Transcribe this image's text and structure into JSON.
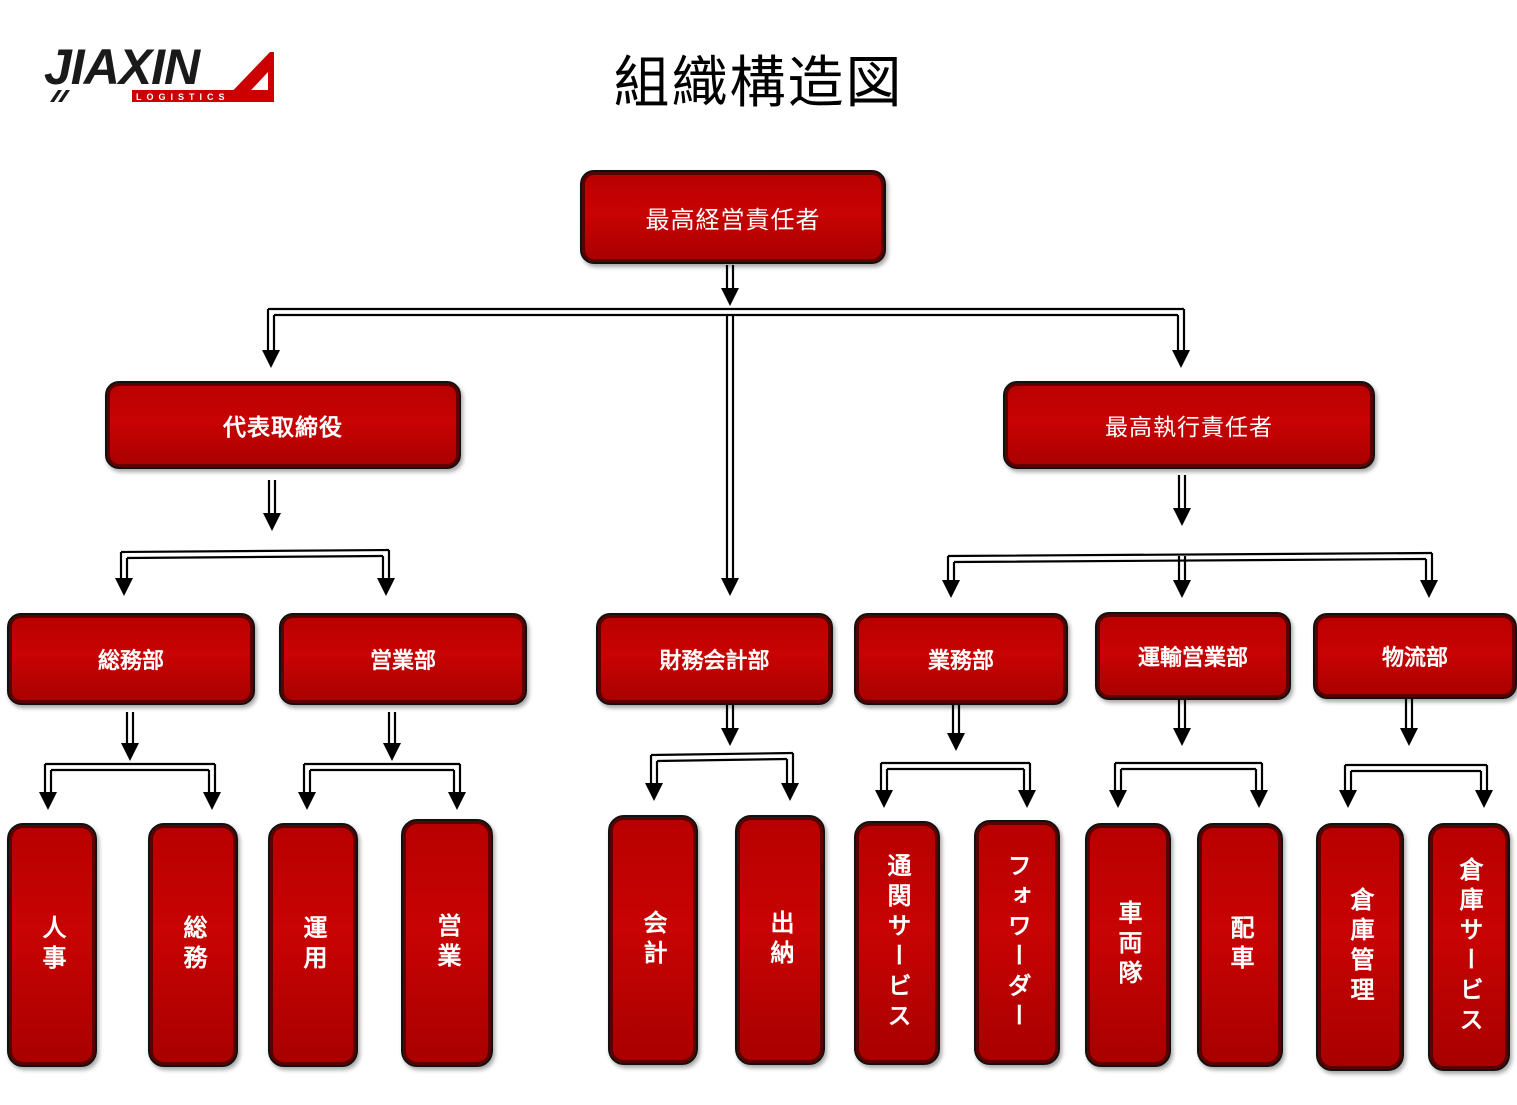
{
  "title": "組織構造図",
  "logo": {
    "word": "JIAXIN",
    "sub": "LOGISTICS",
    "accent_color": "#cc0000"
  },
  "colors": {
    "box_fill": "#c00000",
    "box_border": "#111111",
    "text": "#ffffff",
    "line": "#000000"
  },
  "nodes": {
    "ceo": "最高経営責任者",
    "rep_director": "代表取締役",
    "coo": "最高執行責任者",
    "general_affairs_dept": "総務部",
    "sales_dept": "営業部",
    "finance_dept": "財務会計部",
    "operations_dept": "業務部",
    "transport_sales_dept": "運輸営業部",
    "logistics_dept": "物流部",
    "hr": "人事",
    "general_affairs": "総務",
    "operation": "運用",
    "sales": "営業",
    "accounting": "会計",
    "cashier": "出納",
    "customs_service": "通関サービス",
    "forwarder": "フォワーダー",
    "fleet": "車両隊",
    "dispatch": "配車",
    "warehouse_mgmt": "倉庫管理",
    "warehouse_service": "倉庫サービス"
  }
}
